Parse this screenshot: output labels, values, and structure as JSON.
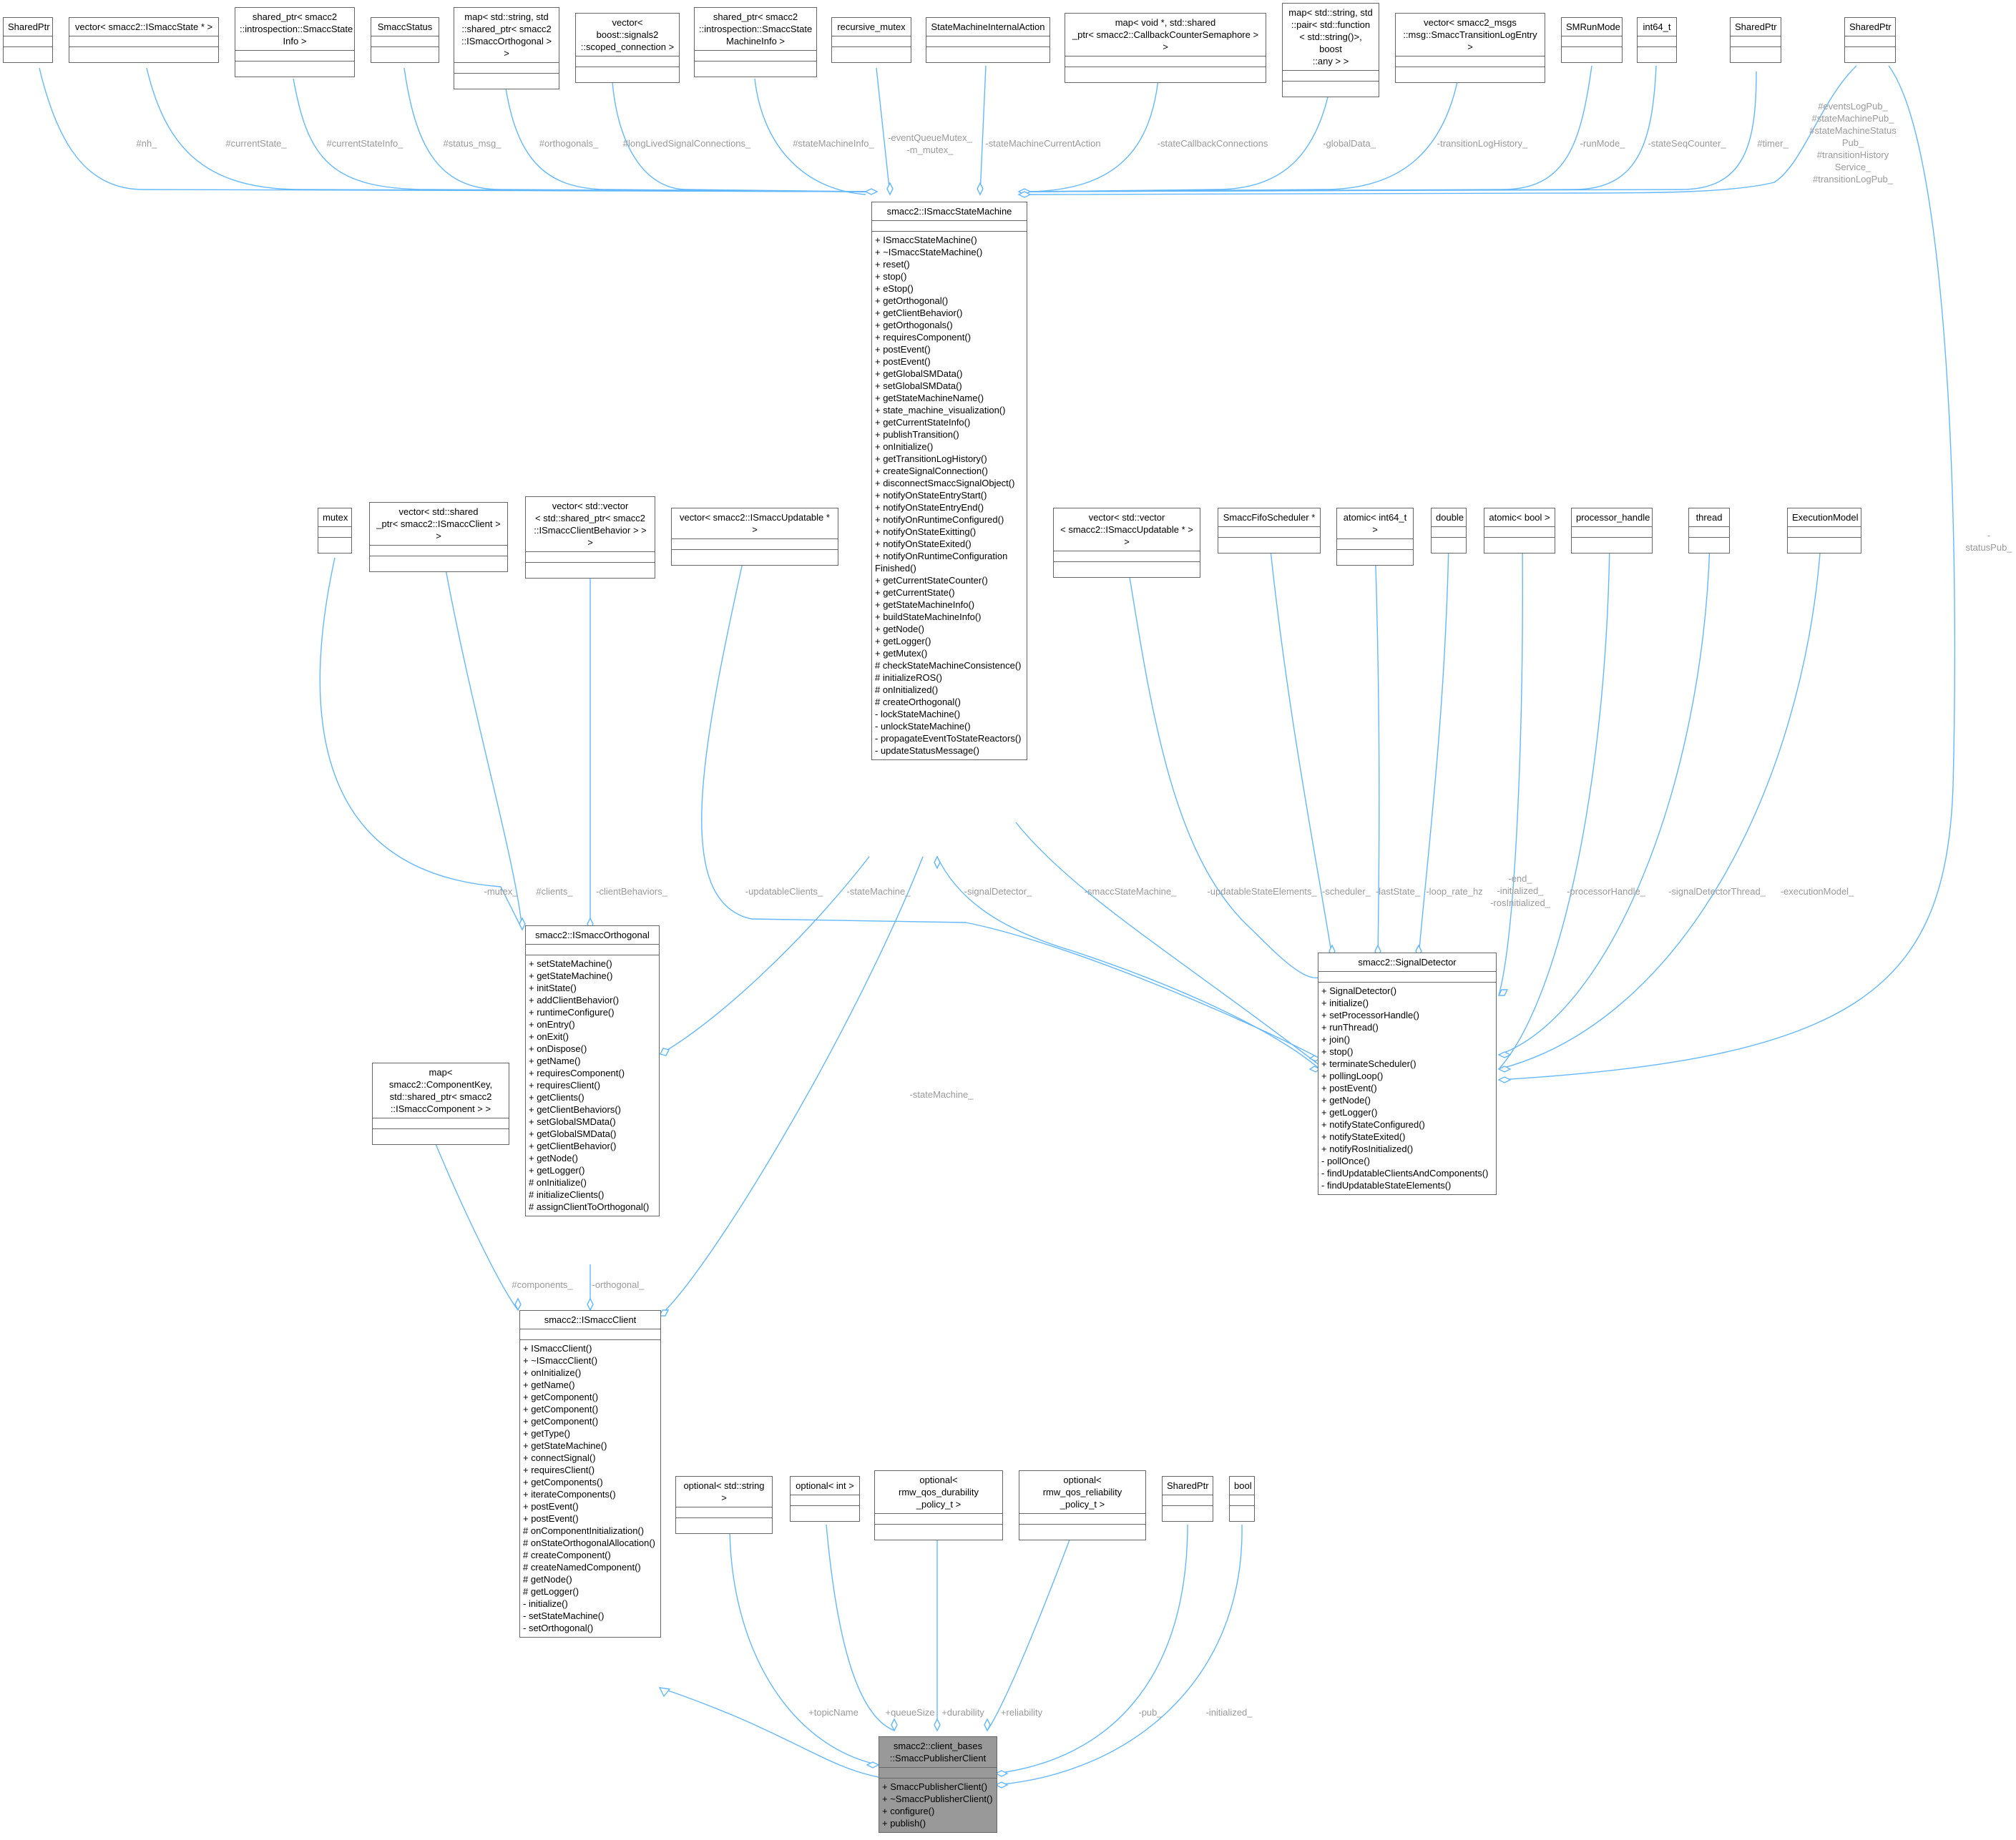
{
  "colors": {
    "edge": "#63b8ff",
    "label": "#9a9a9a",
    "focus_fill": "#999999",
    "border": "#666666"
  },
  "nodes": {
    "sharedptr_nh": {
      "title": "SharedPtr",
      "methods": []
    },
    "vec_states": {
      "title": "vector< smacc2::ISmaccState * >",
      "methods": []
    },
    "shared_stateinfo": {
      "title": "shared_ptr< smacc2\n::introspection::SmaccState\nInfo >",
      "methods": []
    },
    "smacc_status": {
      "title": "SmaccStatus",
      "methods": []
    },
    "map_orthogonals": {
      "title": "map< std::string, std\n::shared_ptr< smacc2\n::ISmaccOrthogonal > >",
      "methods": []
    },
    "vec_scoped": {
      "title": "vector< boost::signals2\n::scoped_connection >",
      "methods": []
    },
    "shared_sminfo": {
      "title": "shared_ptr< smacc2\n::introspection::SmaccState\nMachineInfo >",
      "methods": []
    },
    "recursive_mutex": {
      "title": "recursive_mutex",
      "methods": []
    },
    "sm_internal_action": {
      "title": "StateMachineInternalAction",
      "methods": []
    },
    "map_callback_sem": {
      "title": "map< void *, std::shared\n_ptr< smacc2::CallbackCounterSemaphore > >",
      "methods": []
    },
    "map_global_data": {
      "title": "map< std::string, std\n::pair< std::function\n< std::string()>, boost\n::any > >",
      "methods": []
    },
    "vec_transition_log": {
      "title": "vector< smacc2_msgs\n::msg::SmaccTransitionLogEntry >",
      "methods": []
    },
    "sm_run_mode": {
      "title": "SMRunMode",
      "methods": []
    },
    "int64_t": {
      "title": "int64_t",
      "methods": []
    },
    "sharedptr_timer": {
      "title": "SharedPtr",
      "methods": []
    },
    "sharedptr_pubs": {
      "title": "SharedPtr",
      "methods": []
    },
    "state_machine": {
      "title": "smacc2::ISmaccStateMachine",
      "methods": [
        "+ ISmaccStateMachine()",
        "+ ~ISmaccStateMachine()",
        "+ reset()",
        "+ stop()",
        "+ eStop()",
        "+ getOrthogonal()",
        "+ getClientBehavior()",
        "+ getOrthogonals()",
        "+ requiresComponent()",
        "+ postEvent()",
        "+ postEvent()",
        "+ getGlobalSMData()",
        "+ setGlobalSMData()",
        "+ getStateMachineName()",
        "+ state_machine_visualization()",
        "+ getCurrentStateInfo()",
        "+ publishTransition()",
        "+ onInitialize()",
        "+ getTransitionLogHistory()",
        "+ createSignalConnection()",
        "+ disconnectSmaccSignalObject()",
        "+ notifyOnStateEntryStart()",
        "+ notifyOnStateEntryEnd()",
        "+ notifyOnRuntimeConfigured()",
        "+ notifyOnStateExitting()",
        "+ notifyOnStateExited()",
        "+ notifyOnRuntimeConfiguration\n  Finished()",
        "+ getCurrentStateCounter()",
        "+ getCurrentState()",
        "+ getStateMachineInfo()",
        "+ buildStateMachineInfo()",
        "+ getNode()",
        "+ getLogger()",
        "+ getMutex()",
        "# checkStateMachineConsistence()",
        "# initializeROS()",
        "# onInitialized()",
        "# createOrthogonal()",
        "-  lockStateMachine()",
        "-  unlockStateMachine()",
        "-  propagateEventToStateReactors()",
        "-  updateStatusMessage()"
      ]
    },
    "mutex": {
      "title": "mutex",
      "methods": []
    },
    "vec_clients": {
      "title": "vector< std::shared\n_ptr< smacc2::ISmaccClient > >",
      "methods": []
    },
    "vec_client_behaviors": {
      "title": "vector< std::vector\n< std::shared_ptr< smacc2\n::ISmaccClientBehavior > > >",
      "methods": []
    },
    "vec_updatable": {
      "title": "vector< smacc2::ISmaccUpdatable * >",
      "methods": []
    },
    "vec_vec_updatable": {
      "title": "vector< std::vector\n< smacc2::ISmaccUpdatable * > >",
      "methods": []
    },
    "fifo_scheduler": {
      "title": "SmaccFifoScheduler *",
      "methods": []
    },
    "atomic_int64": {
      "title": "atomic< int64_t >",
      "methods": []
    },
    "double": {
      "title": "double",
      "methods": []
    },
    "atomic_bool": {
      "title": "atomic< bool >",
      "methods": []
    },
    "processor_handle": {
      "title": "processor_handle",
      "methods": []
    },
    "thread": {
      "title": "thread",
      "methods": []
    },
    "execution_model": {
      "title": "ExecutionModel",
      "methods": []
    },
    "orthogonal": {
      "title": "smacc2::ISmaccOrthogonal",
      "methods": [
        "+ setStateMachine()",
        "+ getStateMachine()",
        "+ initState()",
        "+ addClientBehavior()",
        "+ runtimeConfigure()",
        "+ onEntry()",
        "+ onExit()",
        "+ onDispose()",
        "+ getName()",
        "+ requiresComponent()",
        "+ requiresClient()",
        "+ getClients()",
        "+ getClientBehaviors()",
        "+ setGlobalSMData()",
        "+ getGlobalSMData()",
        "+ getClientBehavior()",
        "+ getNode()",
        "+ getLogger()",
        "# onInitialize()",
        "# initializeClients()",
        "# assignClientToOrthogonal()"
      ]
    },
    "signal_detector": {
      "title": "smacc2::SignalDetector",
      "methods": [
        "+ SignalDetector()",
        "+ initialize()",
        "+ setProcessorHandle()",
        "+ runThread()",
        "+ join()",
        "+ stop()",
        "+ terminateScheduler()",
        "+ pollingLoop()",
        "+ postEvent()",
        "+ getNode()",
        "+ getLogger()",
        "+ notifyStateConfigured()",
        "+ notifyStateExited()",
        "+ notifyRosInitialized()",
        "-  pollOnce()",
        "-  findUpdatableClientsAndComponents()",
        "-  findUpdatableStateElements()"
      ]
    },
    "map_components": {
      "title": "map< smacc2::ComponentKey,\n std::shared_ptr< smacc2\n::ISmaccComponent > >",
      "methods": []
    },
    "client": {
      "title": "smacc2::ISmaccClient",
      "methods": [
        "+ ISmaccClient()",
        "+ ~ISmaccClient()",
        "+ onInitialize()",
        "+ getName()",
        "+ getComponent()",
        "+ getComponent()",
        "+ getComponent()",
        "+ getType()",
        "+ getStateMachine()",
        "+ connectSignal()",
        "+ requiresClient()",
        "+ getComponents()",
        "+ iterateComponents()",
        "+ postEvent()",
        "+ postEvent()",
        "# onComponentInitialization()",
        "# onStateOrthogonalAllocation()",
        "# createComponent()",
        "# createNamedComponent()",
        "# getNode()",
        "# getLogger()",
        "-  initialize()",
        "-  setStateMachine()",
        "-  setOrthogonal()"
      ]
    },
    "opt_string": {
      "title": "optional< std::string >",
      "methods": []
    },
    "opt_int": {
      "title": "optional< int >",
      "methods": []
    },
    "opt_durability": {
      "title": "optional< rmw_qos_durability\n_policy_t >",
      "methods": []
    },
    "opt_reliability": {
      "title": "optional< rmw_qos_reliability\n_policy_t >",
      "methods": []
    },
    "sharedptr_pub": {
      "title": "SharedPtr",
      "methods": []
    },
    "bool": {
      "title": "bool",
      "methods": []
    },
    "publisher_client": {
      "title": "smacc2::client_bases\n::SmaccPublisherClient",
      "methods": [
        "+ SmaccPublisherClient()",
        "+ ~SmaccPublisherClient()",
        "+ configure()",
        "+ publish()"
      ]
    }
  },
  "edge_labels": {
    "nh": "#nh_",
    "current_state": "#currentState_",
    "current_state_info": "#currentStateInfo_",
    "status_msg": "#status_msg_",
    "orthogonals": "#orthogonals_",
    "long_lived": "#longLivedSignalConnections_",
    "sm_info": "#stateMachineInfo_",
    "event_queue_mutex": "-eventQueueMutex_\n-m_mutex_",
    "sm_current_action": "-stateMachineCurrentAction",
    "state_callback": "-stateCallbackConnections",
    "global_data": "-globalData_",
    "transition_log": "-transitionLogHistory_",
    "run_mode": "-runMode_",
    "state_seq": "-stateSeqCounter_",
    "timer": "#timer_",
    "publishers": "#eventsLogPub_\n#stateMachinePub_\n#stateMachineStatus\nPub_\n#transitionHistory\nService_\n#transitionLogPub_",
    "status_pub": "-statusPub_",
    "mutex": "-mutex_",
    "clients": "#clients_",
    "client_behaviors": "-clientBehaviors_",
    "updatable_clients": "-updatableClients_",
    "orth_state_machine": "-stateMachine_",
    "signal_detector": "-signalDetector_",
    "smacc_state_machine": "-smaccStateMachine_",
    "updatable_state_elements": "-updatableStateElements_",
    "scheduler": "-scheduler_",
    "last_state": "-lastState_",
    "loop_rate": "-loop_rate_hz",
    "end_flags": "-end_\n-initialized_\n-rosInitialized_",
    "processor_handle": "-processorHandle_",
    "signal_detector_thread": "-signalDetectorThread_",
    "execution_model": "-executionModel_",
    "client_state_machine": "-stateMachine_",
    "components": "#components_",
    "orthogonal": "-orthogonal_",
    "topic_name": "+topicName",
    "queue_size": "+queueSize",
    "durability": "+durability",
    "reliability": "+reliability",
    "pub": "-pub_",
    "initialized": "-initialized_"
  }
}
